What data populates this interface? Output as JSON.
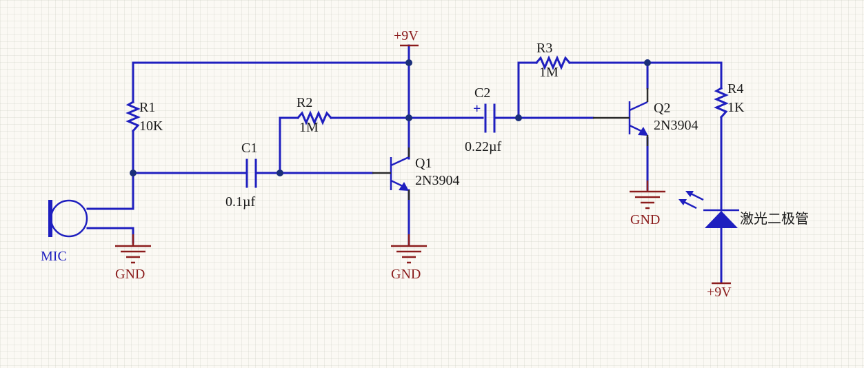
{
  "power_labels": {
    "vcc_top": "+9V",
    "vcc_bottom": "+9V"
  },
  "ground_labels": {
    "mic": "GND",
    "q1": "GND",
    "q2": "GND"
  },
  "microphone": {
    "label": "MIC"
  },
  "resistors": {
    "r1": {
      "ref": "R1",
      "value": "10K"
    },
    "r2": {
      "ref": "R2",
      "value": "1M"
    },
    "r3": {
      "ref": "R3",
      "value": "1M"
    },
    "r4": {
      "ref": "R4",
      "value": "1K"
    }
  },
  "capacitors": {
    "c1": {
      "ref": "C1",
      "value": "0.1µf"
    },
    "c2": {
      "ref": "C2",
      "value": "0.22µf",
      "polarity": "+"
    }
  },
  "transistors": {
    "q1": {
      "ref": "Q1",
      "part": "2N3904"
    },
    "q2": {
      "ref": "Q2",
      "part": "2N3904"
    }
  },
  "laser_diode": {
    "label": "激光二极管"
  },
  "colors": {
    "wire": "#1f1fbf",
    "ground": "#8b1c1c",
    "junction": "#1a2e7a",
    "background": "#fbf9f4"
  }
}
